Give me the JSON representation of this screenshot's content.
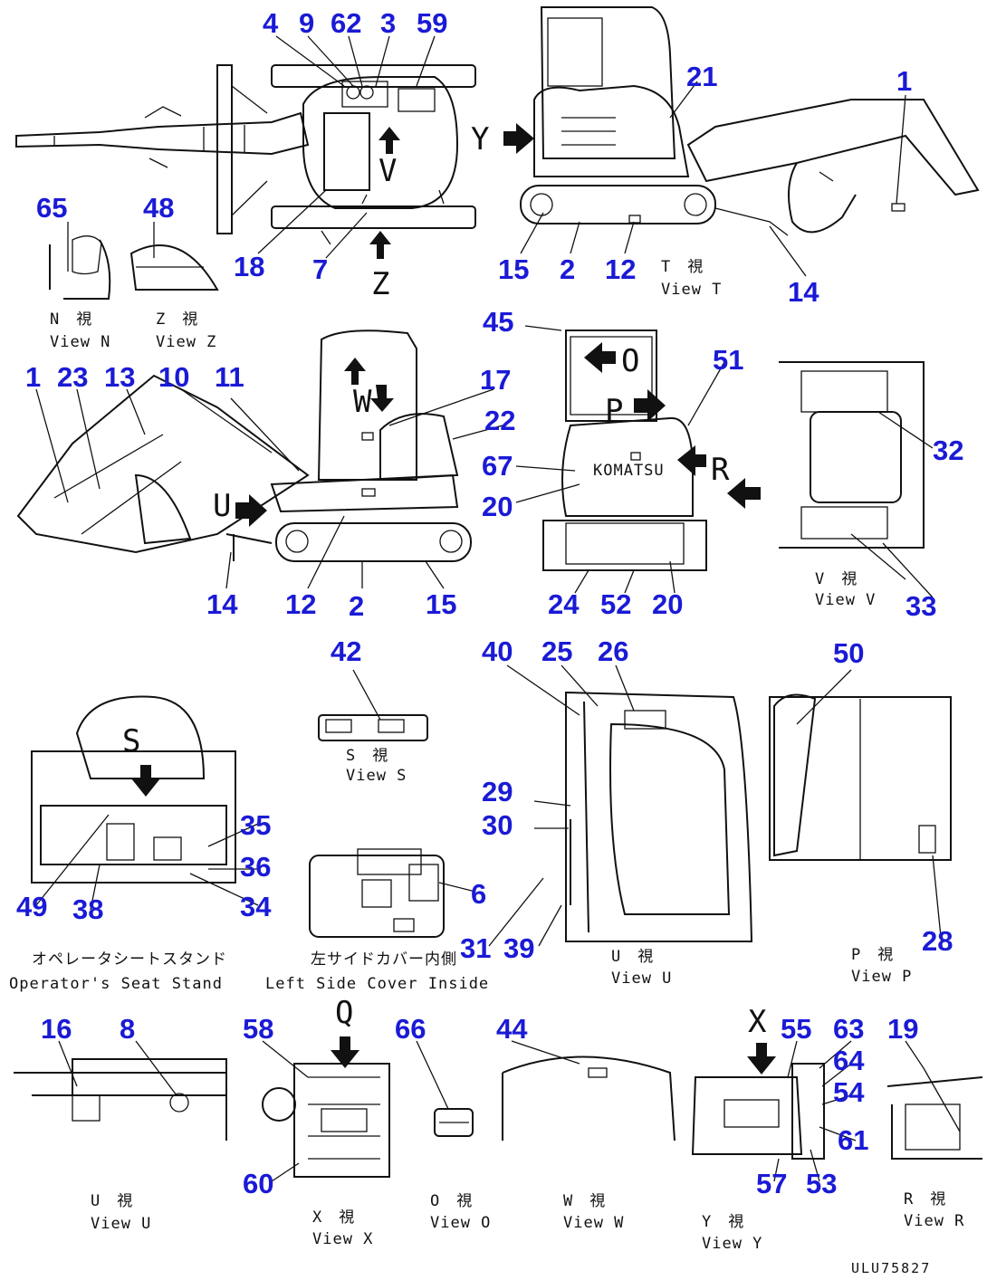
{
  "part_numbers": {
    "n1": "4",
    "n2": "9",
    "n3": "62",
    "n4": "3",
    "n5": "59",
    "n6": "21",
    "n7": "1",
    "n8": "65",
    "n9": "48",
    "n10": "18",
    "n11": "7",
    "n12": "15",
    "n13": "2",
    "n14": "12",
    "n15": "14",
    "n16": "45",
    "n17": "51",
    "n18": "1",
    "n19": "23",
    "n20": "13",
    "n21": "10",
    "n22": "11",
    "n23": "17",
    "n24": "22",
    "n25": "67",
    "n26": "20",
    "n27": "32",
    "n28": "14",
    "n29": "12",
    "n30": "2",
    "n31": "15",
    "n32": "24",
    "n33": "52",
    "n34": "20",
    "n35": "33",
    "n36": "42",
    "n37": "40",
    "n38": "25",
    "n39": "26",
    "n40": "50",
    "n41": "29",
    "n42": "30",
    "n43": "35",
    "n44": "36",
    "n45": "6",
    "n46": "49",
    "n47": "38",
    "n48": "34",
    "n49": "31",
    "n50": "39",
    "n51": "28",
    "n52": "16",
    "n53": "8",
    "n54": "58",
    "n55": "66",
    "n56": "44",
    "n57": "55",
    "n58": "63",
    "n59": "19",
    "n60": "64",
    "n61": "54",
    "n62": "61",
    "n63": "60",
    "n64": "57",
    "n65": "53"
  },
  "view_letters": {
    "y_top": "Y",
    "z_top": "Z",
    "t_side": "T",
    "v_left": "V",
    "w_left": "W",
    "u_left": "U",
    "o_rear": "O",
    "p_rear": "P",
    "r_rear": "R",
    "s_seat": "S",
    "q_engine": "Q",
    "x_yview": "X"
  },
  "captions": {
    "view_t": "View T",
    "view_n": "View N",
    "view_z": "View Z",
    "view_v": "View V",
    "view_s": "View S",
    "view_u_cab": "View U",
    "view_p": "View P",
    "seat": "Operator's Seat Stand",
    "cover": "Left Side Cover Inside",
    "view_u": "View U",
    "view_x": "View X",
    "view_o": "View O",
    "view_w": "View W",
    "view_y": "View Y",
    "view_r": "View R",
    "jp_view_t": "T　視",
    "jp_view_n": "N　視",
    "jp_view_z": "Z　視",
    "jp_view_v": "V　視",
    "jp_view_s": "S　視",
    "jp_view_u_cab": "U　視",
    "jp_view_p": "P　視",
    "jp_seat": "オペレータシートスタンド",
    "jp_cover": "左サイドカバー内側",
    "jp_view_u": "U　視",
    "jp_view_x": "X　視",
    "jp_view_o": "O　視",
    "jp_view_w": "W　視",
    "jp_view_y": "Y　視",
    "jp_view_r": "R　視"
  },
  "brand_mark": "KOMATSU",
  "drawing_code": "ULU75827",
  "colors": {
    "callout": "#1a1ad6",
    "line": "#111111",
    "background": "#ffffff"
  }
}
